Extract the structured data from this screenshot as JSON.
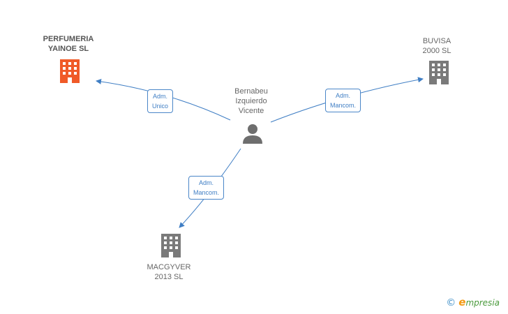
{
  "colors": {
    "company_highlight": "#f05a28",
    "company": "#7a7a7a",
    "person": "#6e6e6e",
    "edge": "#3f7ec4"
  },
  "center": {
    "name_lines": [
      "Bernabeu",
      "Izquierdo",
      "Vicente"
    ],
    "icon": "person-icon"
  },
  "companies": [
    {
      "id": "perfumeria",
      "name_lines": [
        "PERFUMERIA",
        "YAINOE SL"
      ],
      "highlight": true,
      "icon": "building-icon"
    },
    {
      "id": "buvisa",
      "name_lines": [
        "BUVISA",
        "2000 SL"
      ],
      "highlight": false,
      "icon": "building-icon"
    },
    {
      "id": "macgyver",
      "name_lines": [
        "MACGYVER",
        "2013 SL"
      ],
      "highlight": false,
      "icon": "building-icon"
    }
  ],
  "relations": [
    {
      "target": "perfumeria",
      "label_lines": [
        "Adm.",
        "Unico"
      ]
    },
    {
      "target": "buvisa",
      "label_lines": [
        "Adm.",
        "Mancom."
      ]
    },
    {
      "target": "macgyver",
      "label_lines": [
        "Adm.",
        "Mancom."
      ]
    }
  ],
  "branding": {
    "copyright": "©",
    "logo_initial": "e",
    "logo_rest": "mpresia"
  }
}
